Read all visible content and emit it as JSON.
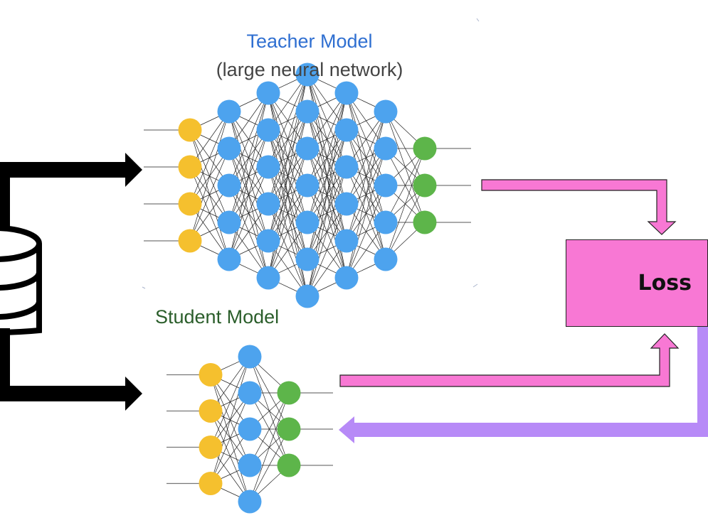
{
  "teacher": {
    "title": "Teacher Model",
    "subtitle": "(large neural network)",
    "layers": [
      4,
      5,
      6,
      7,
      6,
      5,
      3
    ]
  },
  "student": {
    "title": "Student Model",
    "layers": [
      4,
      5,
      3
    ]
  },
  "loss": {
    "label": "Loss"
  },
  "colors": {
    "input_node": "#f5c02e",
    "hidden_node": "#4da3ee",
    "output_node": "#5db54a",
    "prediction_arrow": "#f878d4",
    "backprop_arrow": "#b78af7",
    "data_arrow": "#000000"
  },
  "icons": [
    "database-icon"
  ]
}
